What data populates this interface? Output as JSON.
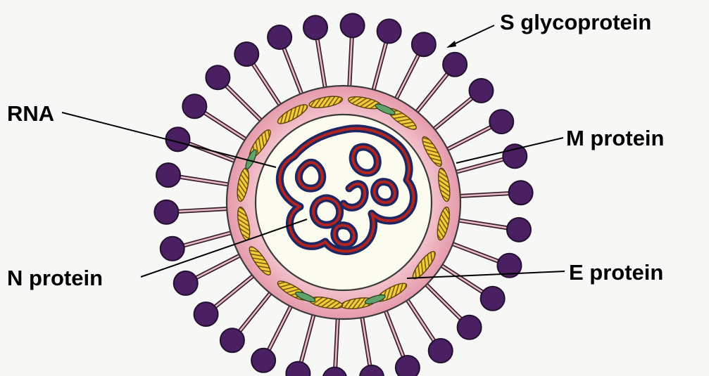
{
  "labels": {
    "s_glycoprotein": "S glycoprotein",
    "rna": "RNA",
    "m_protein": "M protein",
    "n_protein": "N protein",
    "e_protein": "E protein"
  },
  "colors": {
    "background": "#f7f7f5",
    "envelope_fill": "#ecb1bd",
    "envelope_stroke": "#3a3a3a",
    "interior_fill": "#fbfbf0",
    "spike_head": "#4a2063",
    "spike_stalk": "#7a2f4a",
    "m_protein": "#f2cc3a",
    "e_protein": "#5fa36a",
    "rna_outer": "#1e2761",
    "rna_inner": "#b1241f"
  }
}
